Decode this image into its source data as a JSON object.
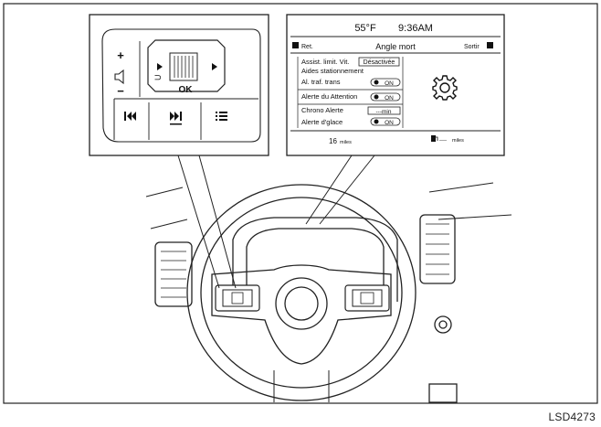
{
  "figure_code": "LSD4273",
  "controls": {
    "plus": "+",
    "minus": "−",
    "volume_icon": "speaker-icon",
    "ok_label": "OK",
    "prev_icon": "skip-back-icon",
    "next_icon": "skip-forward-icon",
    "menu_icon": "list-icon"
  },
  "screen": {
    "temperature": "55°F",
    "time": "9:36AM",
    "back_label": "Ret.",
    "title": "Angle mort",
    "exit_label": "Sortir",
    "menu_items": [
      {
        "label": "Assist. limit. Vit.",
        "value": "Désactivée"
      },
      {
        "label": "Aides stationnement",
        "value": ""
      },
      {
        "label": "Al. traf. trans",
        "value": "ON"
      },
      {
        "label": "Alerte du Attention",
        "value": "ON"
      },
      {
        "label": "Chrono Alerte",
        "value": "---min"
      },
      {
        "label": "Alerte d'glace",
        "value": "ON"
      }
    ],
    "settings_icon": "gear-icon",
    "trip_distance": "16",
    "trip_unit": "miles",
    "range_value": "----",
    "range_unit": "miles",
    "fuel_icon": "fuel-pump-icon"
  }
}
